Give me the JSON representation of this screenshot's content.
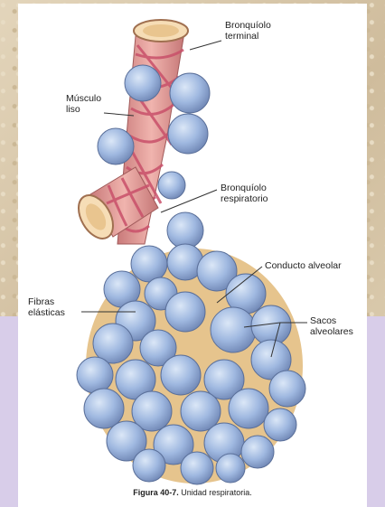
{
  "labels": {
    "bronquiolo_terminal": [
      "Bronquíolo",
      "terminal"
    ],
    "musculo_liso": [
      "Músculo",
      "liso"
    ],
    "bronquiolo_respiratorio": [
      "Bronquíolo",
      "respiratorio"
    ],
    "conducto_alveolar": "Conducto alveolar",
    "fibras_elasticas": [
      "Fibras",
      "elásticas"
    ],
    "sacos_alveolares": [
      "Sacos",
      "alveolares"
    ]
  },
  "caption": {
    "figure_number": "Figura 40-7.",
    "text": "Unidad respiratoria."
  },
  "colors": {
    "alveolus": "#9fb8e0",
    "bronchiole": "#e39a9a",
    "muscle": "#c9506a",
    "background": "#d9c9ad",
    "panel": "#d8cde9"
  }
}
